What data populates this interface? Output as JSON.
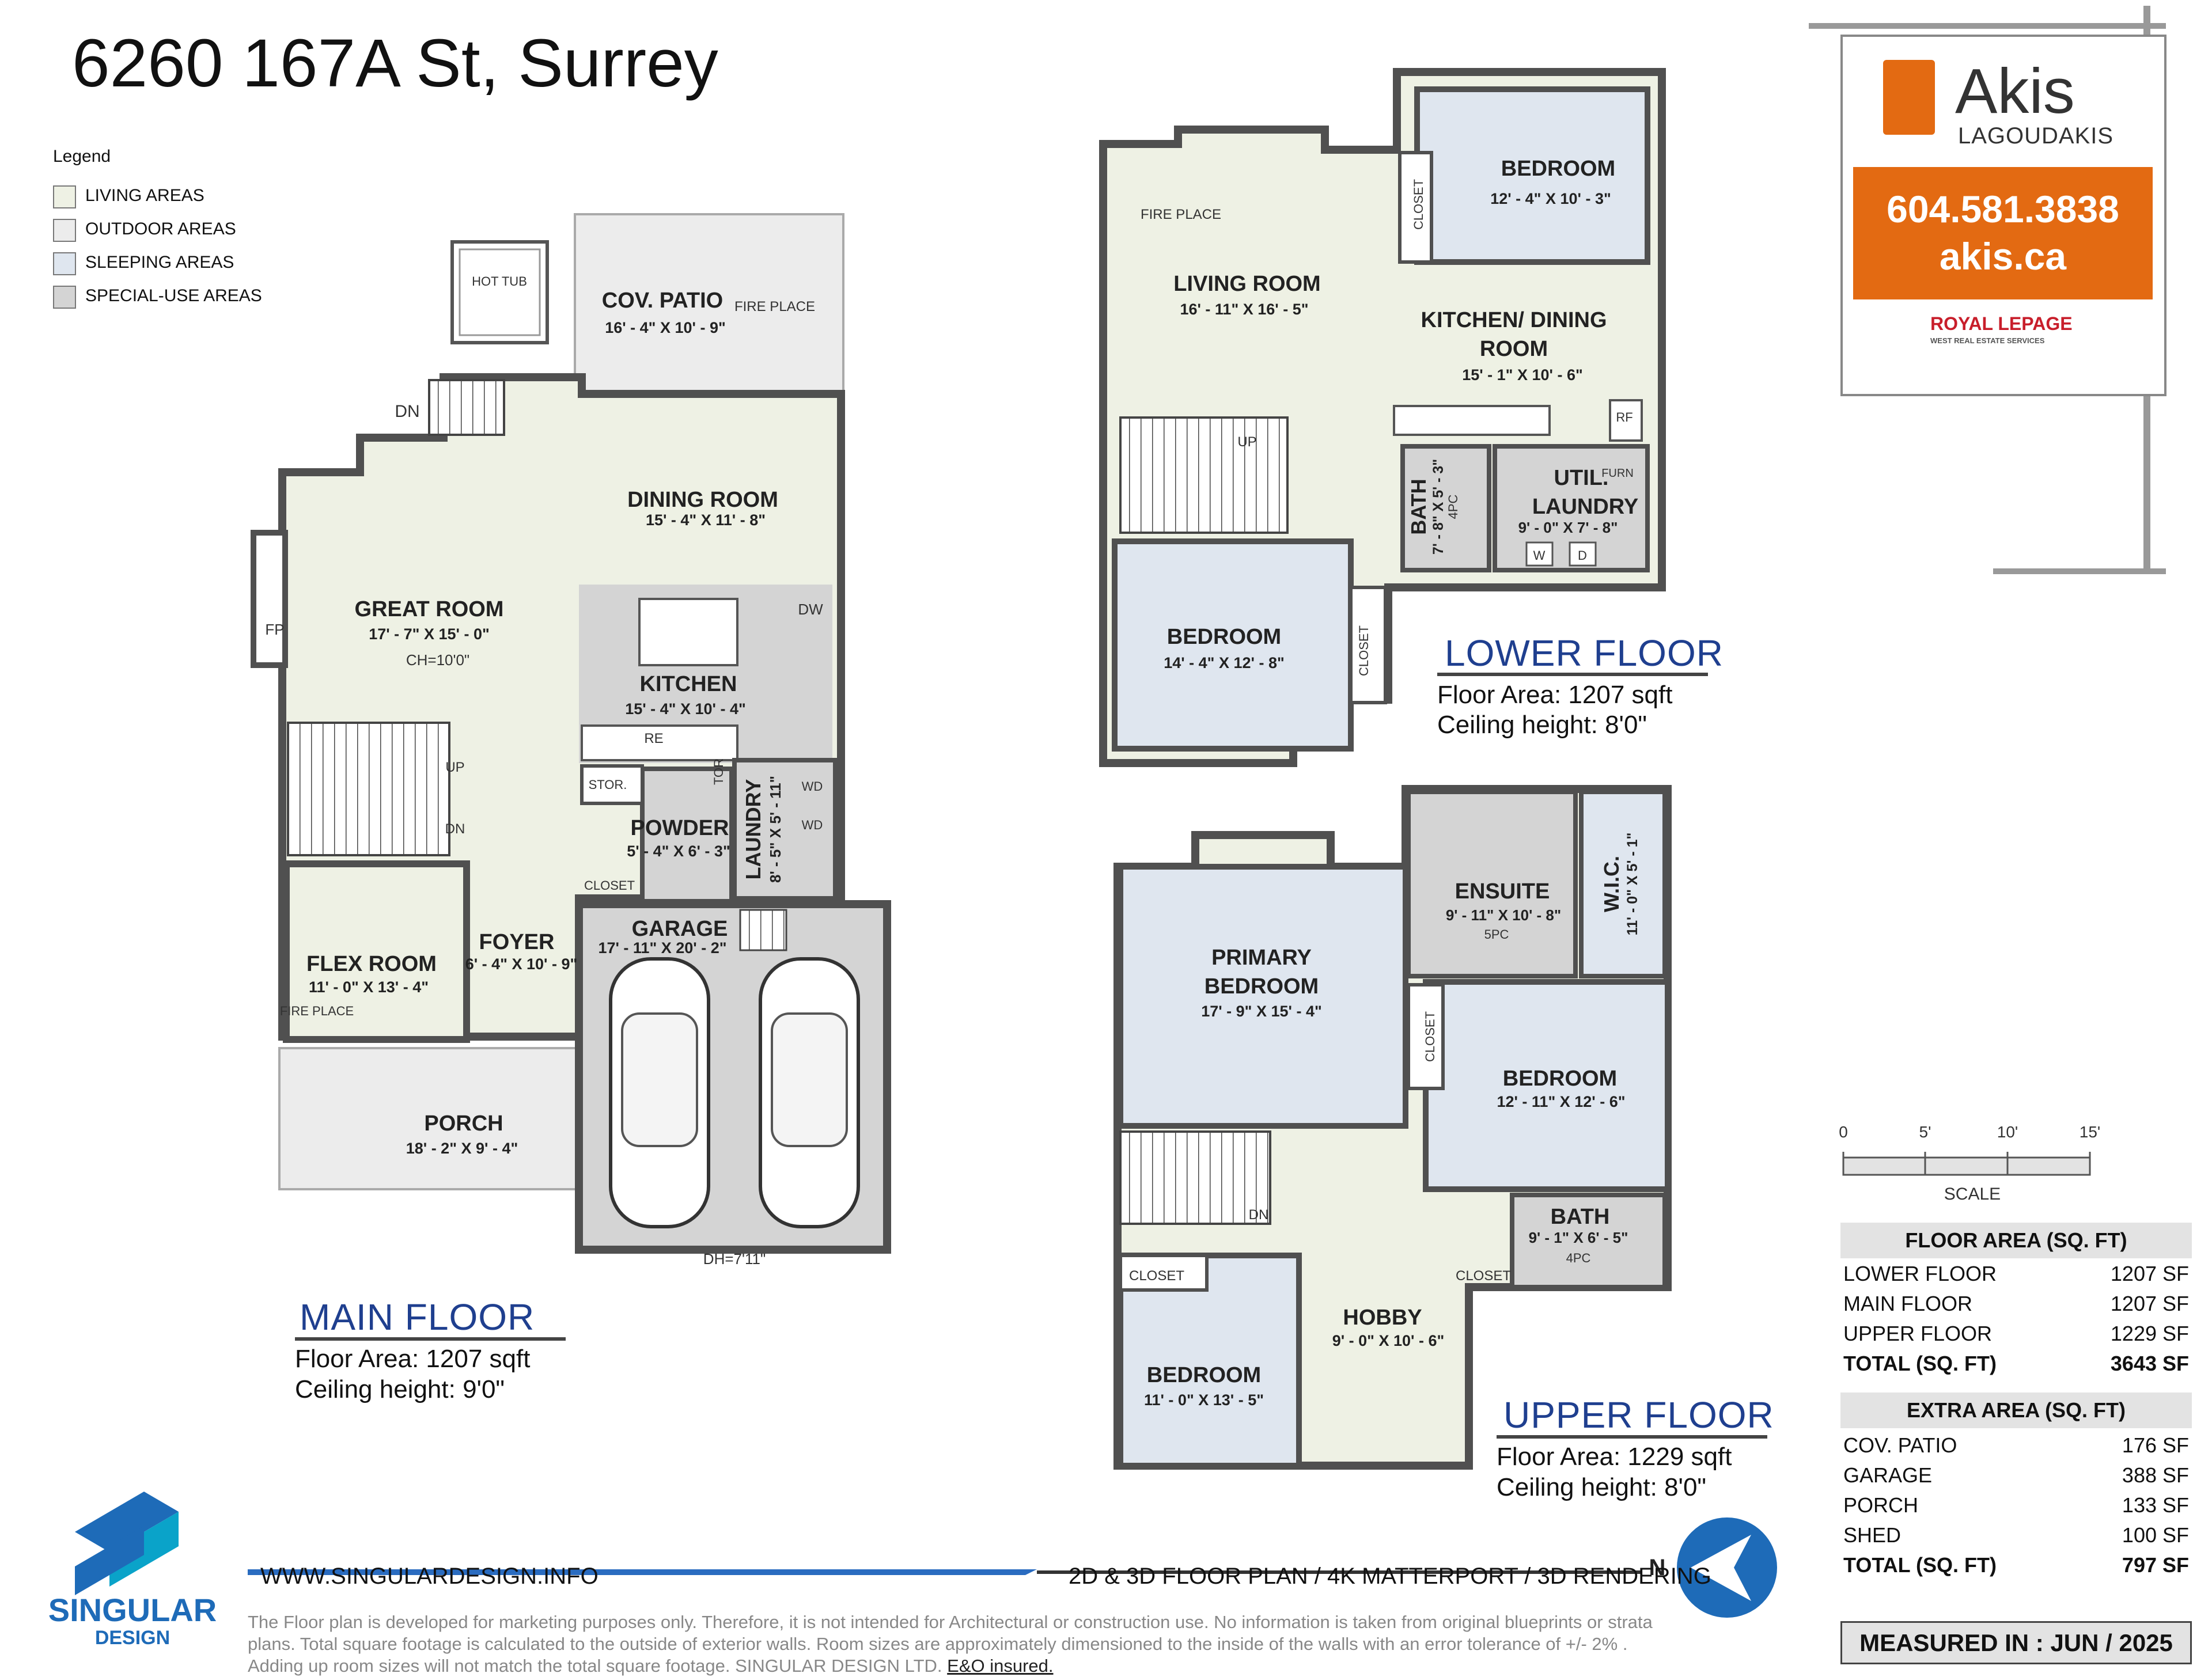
{
  "title": "6260 167A St, Surrey",
  "legend": {
    "heading": "Legend",
    "items": [
      {
        "label": "LIVING AREAS",
        "color": "#eef1e4"
      },
      {
        "label": "OUTDOOR AREAS",
        "color": "#ececec"
      },
      {
        "label": "SLEEPING AREAS",
        "color": "#dfe6ef"
      },
      {
        "label": "SPECIAL-USE AREAS",
        "color": "#d4d4d4"
      }
    ]
  },
  "colors": {
    "living": "#eef1e4",
    "outdoor": "#ececec",
    "sleeping": "#dfe6ef",
    "special": "#d4d4d4",
    "wall": "#505050",
    "accent_orange": "#e36a12",
    "floor_title_blue": "#1f3f8f"
  },
  "main_floor": {
    "name": "MAIN FLOOR",
    "area": "Floor Area: 1207 sqft",
    "ceiling": "Ceiling height: 9'0\"",
    "rooms": {
      "hot_tub": "HOT TUB",
      "cov_patio": {
        "name": "COV. PATIO",
        "size": "16' - 4\" X 10' - 9\""
      },
      "patio_fireplace": "FIRE PLACE",
      "dn": "DN",
      "dining": {
        "name": "DINING ROOM",
        "size": "15' - 4\" X 11' - 8\""
      },
      "great": {
        "name": "GREAT ROOM",
        "size": "17' - 7\" X 15' - 0\"",
        "ch": "CH=10'0\""
      },
      "fp": "FP",
      "kitchen": {
        "name": "KITCHEN",
        "size": "15' - 4\" X 10' - 4\""
      },
      "dw": "DW",
      "re": "RE",
      "stor": "STOR.",
      "tor": "TOR",
      "wd1": "WD",
      "wd2": "WD",
      "powder": {
        "name": "POWDER",
        "size": "5' - 4\" X 6' - 3\""
      },
      "laundry": {
        "name": "LAUNDRY",
        "size": "8' - 5\" X 5' - 11\""
      },
      "up": "UP",
      "stairs_dn": "DN",
      "closet": "CLOSET",
      "garage": {
        "name": "GARAGE",
        "size": "17' - 11\" X 20' - 2\"",
        "dh": "DH=7'11\""
      },
      "flex": {
        "name": "FLEX ROOM",
        "size": "11' - 0\" X 13' - 4\"",
        "fireplace": "FIRE PLACE"
      },
      "foyer": {
        "name": "FOYER",
        "size": "6' - 4\" X 10' - 9\""
      },
      "porch": {
        "name": "PORCH",
        "size": "18' - 2\" X 9' - 4\""
      }
    }
  },
  "lower_floor": {
    "name": "LOWER FLOOR",
    "area": "Floor Area: 1207 sqft",
    "ceiling": "Ceiling height: 8'0\"",
    "rooms": {
      "bedroom1": {
        "name": "BEDROOM",
        "size": "12' - 4\" X 10' - 3\""
      },
      "closet1": "CLOSET",
      "fireplace": "FIRE PLACE",
      "living": {
        "name": "LIVING ROOM",
        "size": "16' - 11\" X 16' - 5\""
      },
      "kitchen_dining": {
        "name_line1": "KITCHEN/ DINING",
        "name_line2": "ROOM",
        "size": "15' - 1\" X 10' - 6\""
      },
      "rf": "RF",
      "up": "UP",
      "bath": {
        "name": "BATH",
        "size": "7' - 8\" X 5' - 3\"",
        "type": "4PC"
      },
      "utility": {
        "name_line1": "UTIL.",
        "name_line2": "LAUNDRY",
        "size": "9' - 0\" X 7' - 8\"",
        "furn": "FURN",
        "w": "W",
        "d": "D"
      },
      "bedroom2": {
        "name": "BEDROOM",
        "size": "14' - 4\" X 12' - 8\""
      },
      "closet2": "CLOSET"
    }
  },
  "upper_floor": {
    "name": "UPPER FLOOR",
    "area": "Floor Area: 1229 sqft",
    "ceiling": "Ceiling height: 8'0\"",
    "rooms": {
      "primary": {
        "name_line1": "PRIMARY",
        "name_line2": "BEDROOM",
        "size": "17' - 9\" X 15' - 4\""
      },
      "ensuite": {
        "name": "ENSUITE",
        "size": "9' - 11\" X 10' - 8\"",
        "type": "5PC"
      },
      "wic": {
        "name": "W.I.C.",
        "size": "11' - 0\" X 5' - 1\""
      },
      "closet1": "CLOSET",
      "bedroom1": {
        "name": "BEDROOM",
        "size": "12' - 11\" X 12' - 6\""
      },
      "dn": "DN",
      "bath": {
        "name": "BATH",
        "size": "9' - 1\" X 6' - 5\"",
        "type": "4PC"
      },
      "closet2": "CLOSET",
      "closet3": "CLOSET",
      "hobby": {
        "name": "HOBBY",
        "size": "9' - 0\" X 10' - 6\""
      },
      "bedroom2": {
        "name": "BEDROOM",
        "size": "11' - 0\" X 13' - 5\""
      }
    }
  },
  "agent": {
    "name": "Akis",
    "surname": "LAGOUDAKIS",
    "phone": "604.581.3838",
    "website": "akis.ca",
    "brokerage_line1": "ROYAL LEPAGE",
    "brokerage_line2": "WEST REAL ESTATE SERVICES"
  },
  "scale": {
    "ticks": [
      "0",
      "5'",
      "10'",
      "15'"
    ],
    "label": "SCALE"
  },
  "floor_area_table": {
    "heading": "FLOOR AREA (SQ. FT)",
    "rows": [
      {
        "label": "LOWER FLOOR",
        "value": "1207 SF"
      },
      {
        "label": "MAIN FLOOR",
        "value": "1207 SF"
      },
      {
        "label": "UPPER FLOOR",
        "value": "1229 SF"
      },
      {
        "label": "TOTAL (SQ. FT)",
        "value": "3643 SF"
      }
    ]
  },
  "extra_area_table": {
    "heading": "EXTRA AREA (SQ. FT)",
    "rows": [
      {
        "label": "COV. PATIO",
        "value": "176 SF"
      },
      {
        "label": "GARAGE",
        "value": "388 SF"
      },
      {
        "label": "PORCH",
        "value": "133 SF"
      },
      {
        "label": "SHED",
        "value": "100 SF"
      },
      {
        "label": "TOTAL (SQ. FT)",
        "value": "797 SF"
      }
    ]
  },
  "measured": "MEASURED IN : JUN / 2025",
  "compass": "N",
  "footer": {
    "website": "WWW.SINGULARDESIGN.INFO",
    "tagline": "2D & 3D FLOOR PLAN / 4K MATTERPORT / 3D RENDERING",
    "disclaimer": "The Floor plan is developed for marketing purposes only. Therefore, it is not intended for Architectural or construction use. No information is taken from original blueprints or strata plans. Total square footage is calculated to the outside of exterior walls. Room sizes are approximately dimensioned to the inside of the walls with an error tolerance of +/- 2% . Adding up room sizes will not match the total square footage. SINGULAR DESIGN LTD.",
    "eo": "E&O insured.",
    "brand_line1": "SINGULAR",
    "brand_line2": "DESIGN"
  }
}
